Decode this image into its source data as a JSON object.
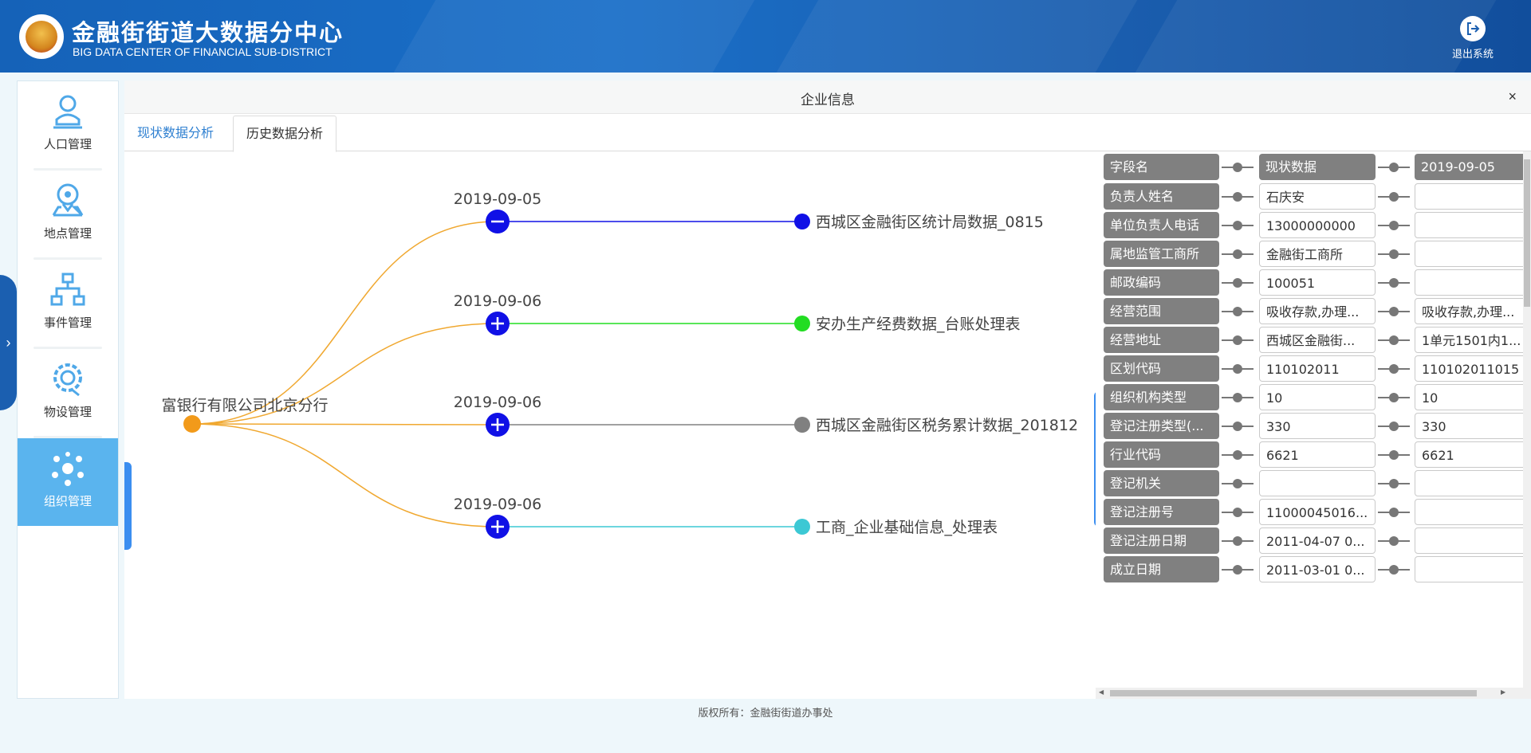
{
  "header": {
    "title_cn": "金融街街道大数据分中心",
    "title_en": "BIG DATA CENTER OF FINANCIAL SUB-DISTRICT",
    "exit_label": "退出系统"
  },
  "sidebar": {
    "items": [
      {
        "label": "人口管理",
        "icon": "person-icon"
      },
      {
        "label": "地点管理",
        "icon": "location-pin-icon"
      },
      {
        "label": "事件管理",
        "icon": "hierarchy-icon"
      },
      {
        "label": "物设管理",
        "icon": "gear-icon"
      },
      {
        "label": "组织管理",
        "icon": "network-icon",
        "active": true
      }
    ]
  },
  "panel": {
    "title": "企业信息",
    "close": "×",
    "tabs": [
      {
        "label": "现状数据分析",
        "active": false
      },
      {
        "label": "历史数据分析",
        "active": true
      }
    ]
  },
  "graph": {
    "root_label": "富银行有限公司北京分行",
    "branches": [
      {
        "date": "2019-09-05",
        "toggle": "−",
        "target": "西城区金融街区统计局数据_0815",
        "color": "#1010e6"
      },
      {
        "date": "2019-09-06",
        "toggle": "+",
        "target": "安办生产经费数据_台账处理表",
        "color": "#22dd22"
      },
      {
        "date": "2019-09-06",
        "toggle": "+",
        "target": "西城区金融街区税务累计数据_201812",
        "color": "#808080"
      },
      {
        "date": "2019-09-06",
        "toggle": "+",
        "target": "工商_企业基础信息_处理表",
        "color": "#3cc8d4"
      }
    ],
    "colors": {
      "root": "#f29a1a",
      "edge": "#f0a830",
      "toggle": "#1010e6"
    }
  },
  "table": {
    "header": {
      "name": "字段名",
      "v1": "现状数据",
      "v2": "2019-09-05"
    },
    "rows": [
      {
        "name": "负责人姓名",
        "v1": "石庆安",
        "v2": ""
      },
      {
        "name": "单位负责人电话",
        "v1": "13000000000",
        "v2": ""
      },
      {
        "name": "属地监管工商所",
        "v1": "金融街工商所",
        "v2": ""
      },
      {
        "name": "邮政编码",
        "v1": "100051",
        "v2": ""
      },
      {
        "name": "经营范围",
        "v1": "吸收存款,办理...",
        "v2": "吸收存款,办理..."
      },
      {
        "name": "经营地址",
        "v1": "西城区金融街...",
        "v2": "1单元1501内1..."
      },
      {
        "name": "区划代码",
        "v1": "110102011",
        "v2": "110102011015"
      },
      {
        "name": "组织机构类型",
        "v1": "10",
        "v2": "10"
      },
      {
        "name": "登记注册类型(...",
        "v1": "330",
        "v2": "330"
      },
      {
        "name": "行业代码",
        "v1": "6621",
        "v2": "6621"
      },
      {
        "name": "登记机关",
        "v1": "",
        "v2": ""
      },
      {
        "name": "登记注册号",
        "v1": "11000045016...",
        "v2": ""
      },
      {
        "name": "登记注册日期",
        "v1": "2011-04-07 0...",
        "v2": ""
      },
      {
        "name": "成立日期",
        "v1": "2011-03-01 0...",
        "v2": ""
      }
    ]
  },
  "footer": "版权所有：金融街街道办事处"
}
